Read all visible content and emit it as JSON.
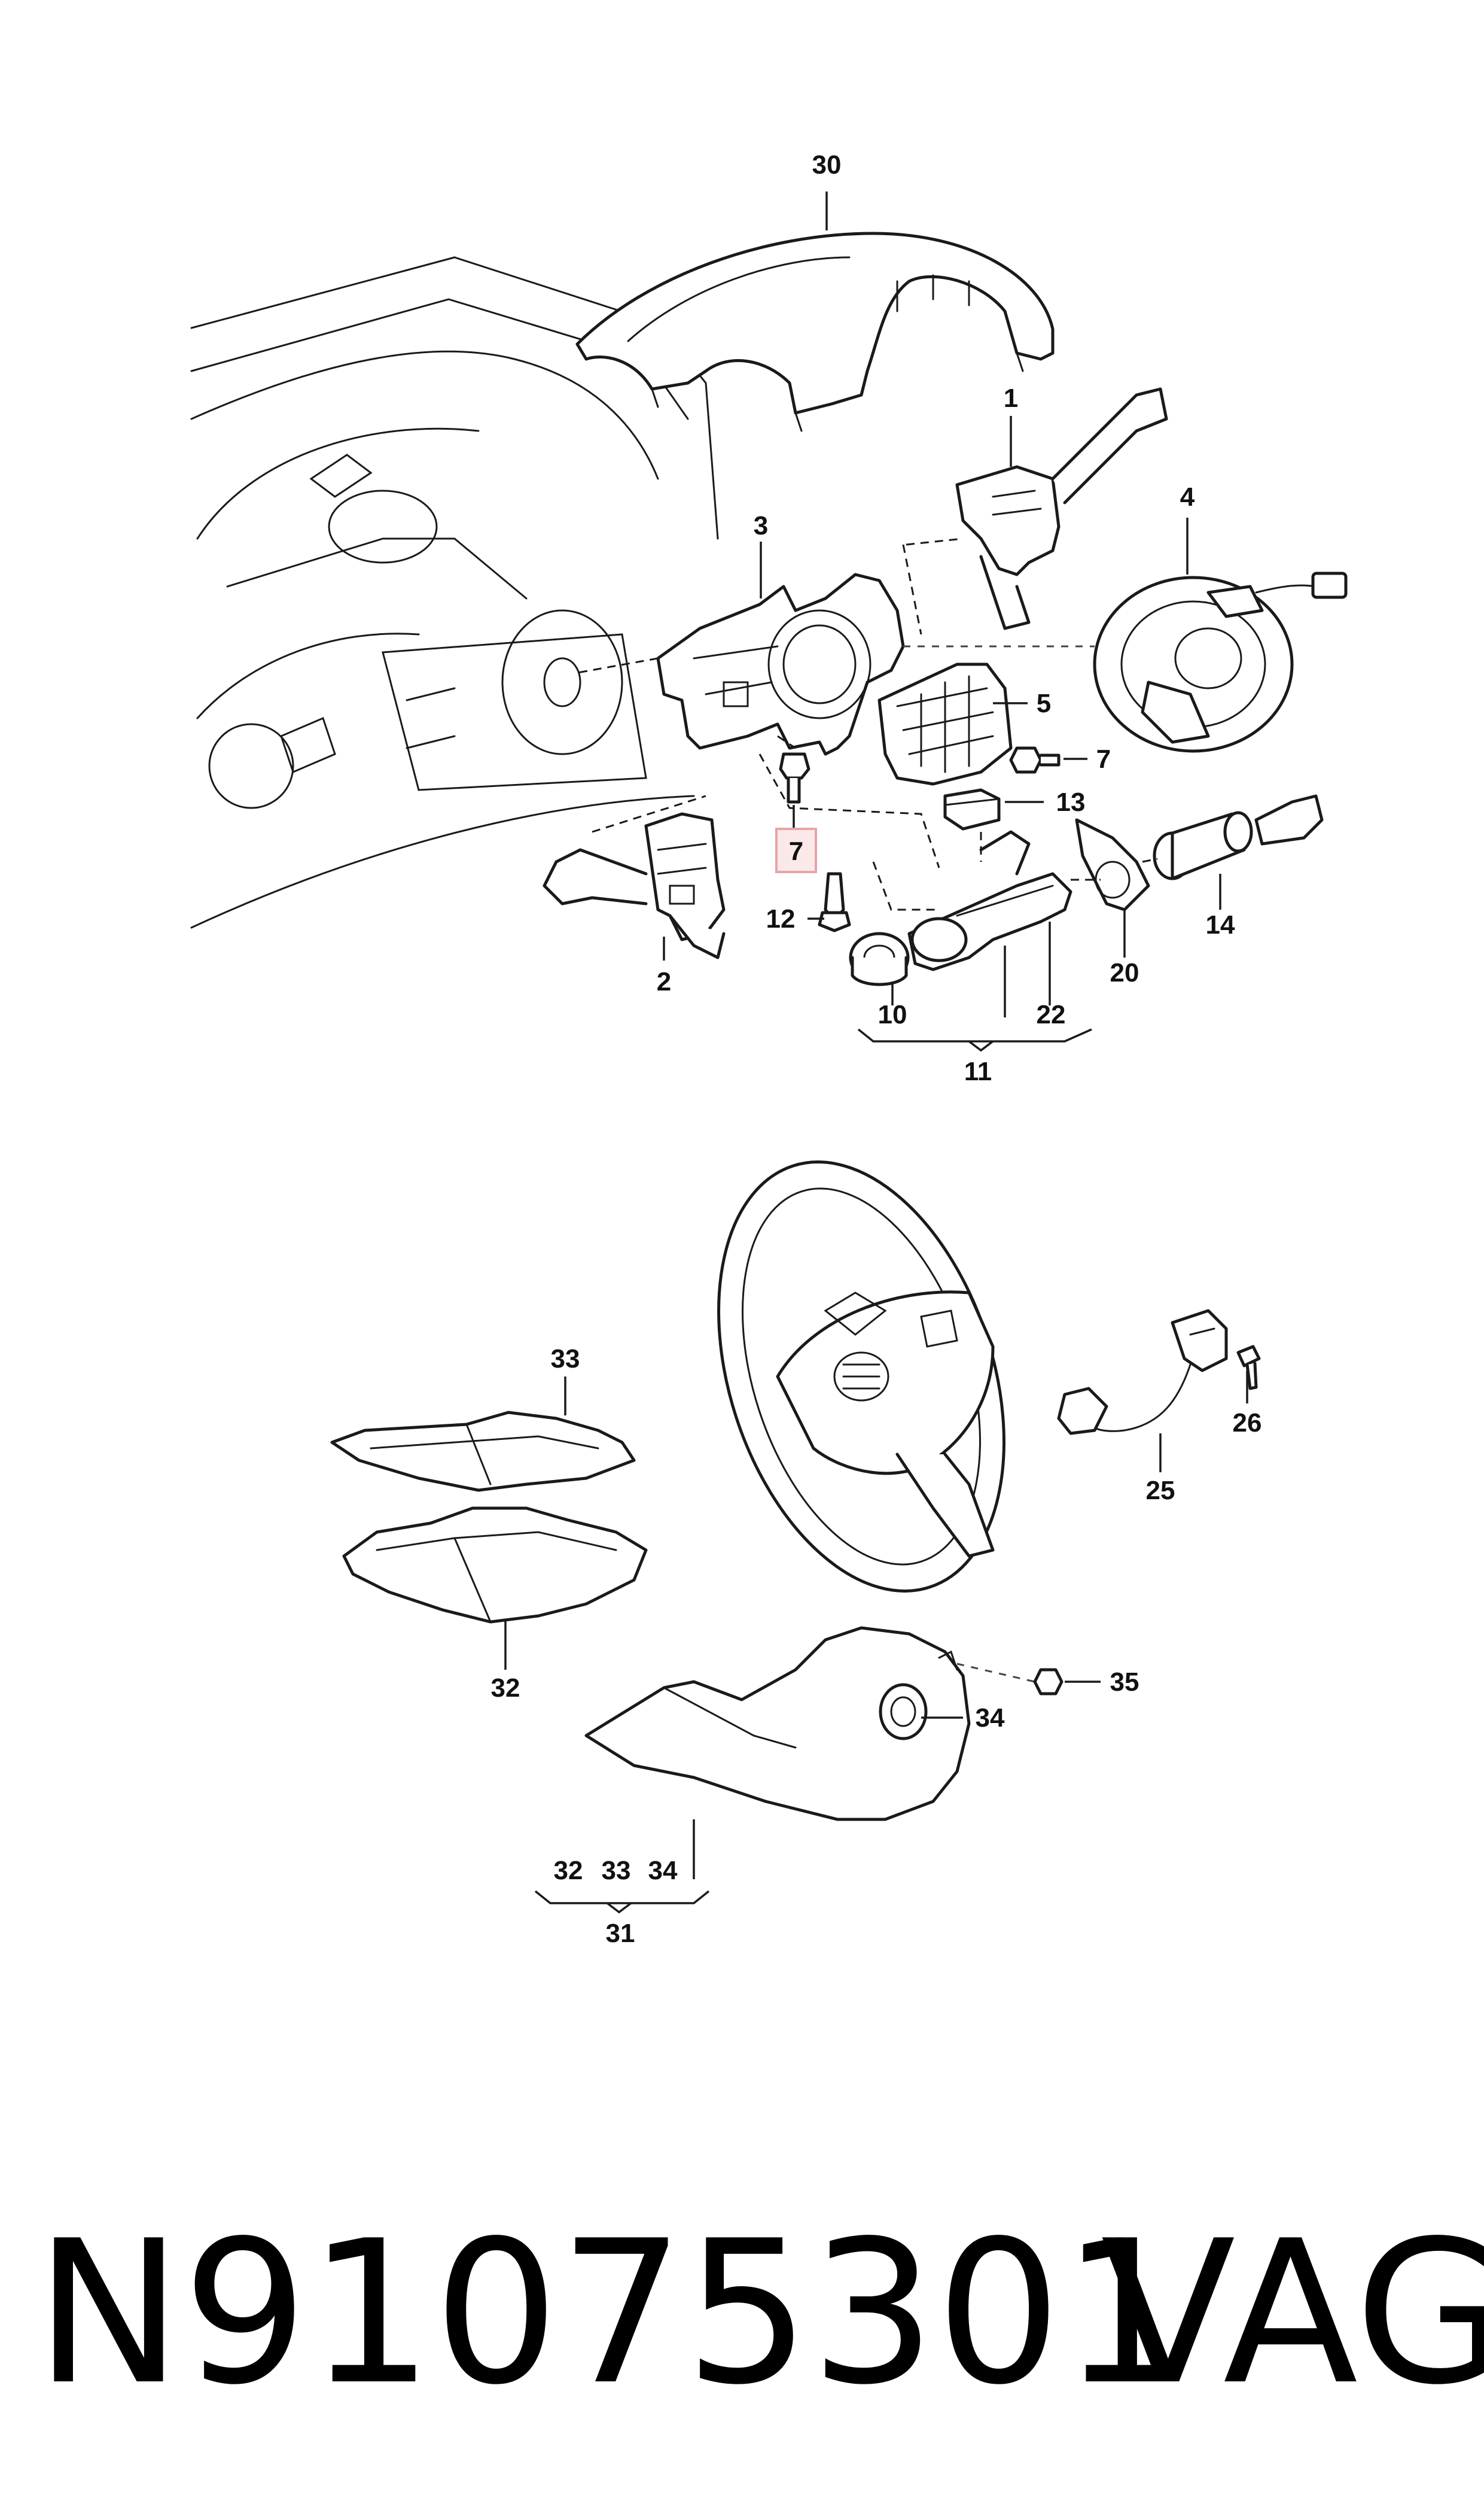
{
  "diagram": {
    "upper_group": {
      "callouts": {
        "c30": "30",
        "c1": "1",
        "c3": "3",
        "c4": "4",
        "c5": "5",
        "c7a": "7",
        "c7b": "7",
        "c13": "13",
        "c12": "12",
        "c2": "2",
        "c10": "10",
        "c22": "22",
        "c20": "20",
        "c14": "14",
        "c11": "11"
      },
      "highlighted_callout": "7",
      "highlight_color": "#e8a4a8"
    },
    "lower_group": {
      "callouts": {
        "c33": "33",
        "c32": "32",
        "c26": "26",
        "c25": "25",
        "c35": "35",
        "c34": "34",
        "b32": "32",
        "b33": "33",
        "b34": "34",
        "c31": "31"
      }
    }
  },
  "footer": {
    "part_number": "N91075301",
    "brand": "VAG"
  }
}
